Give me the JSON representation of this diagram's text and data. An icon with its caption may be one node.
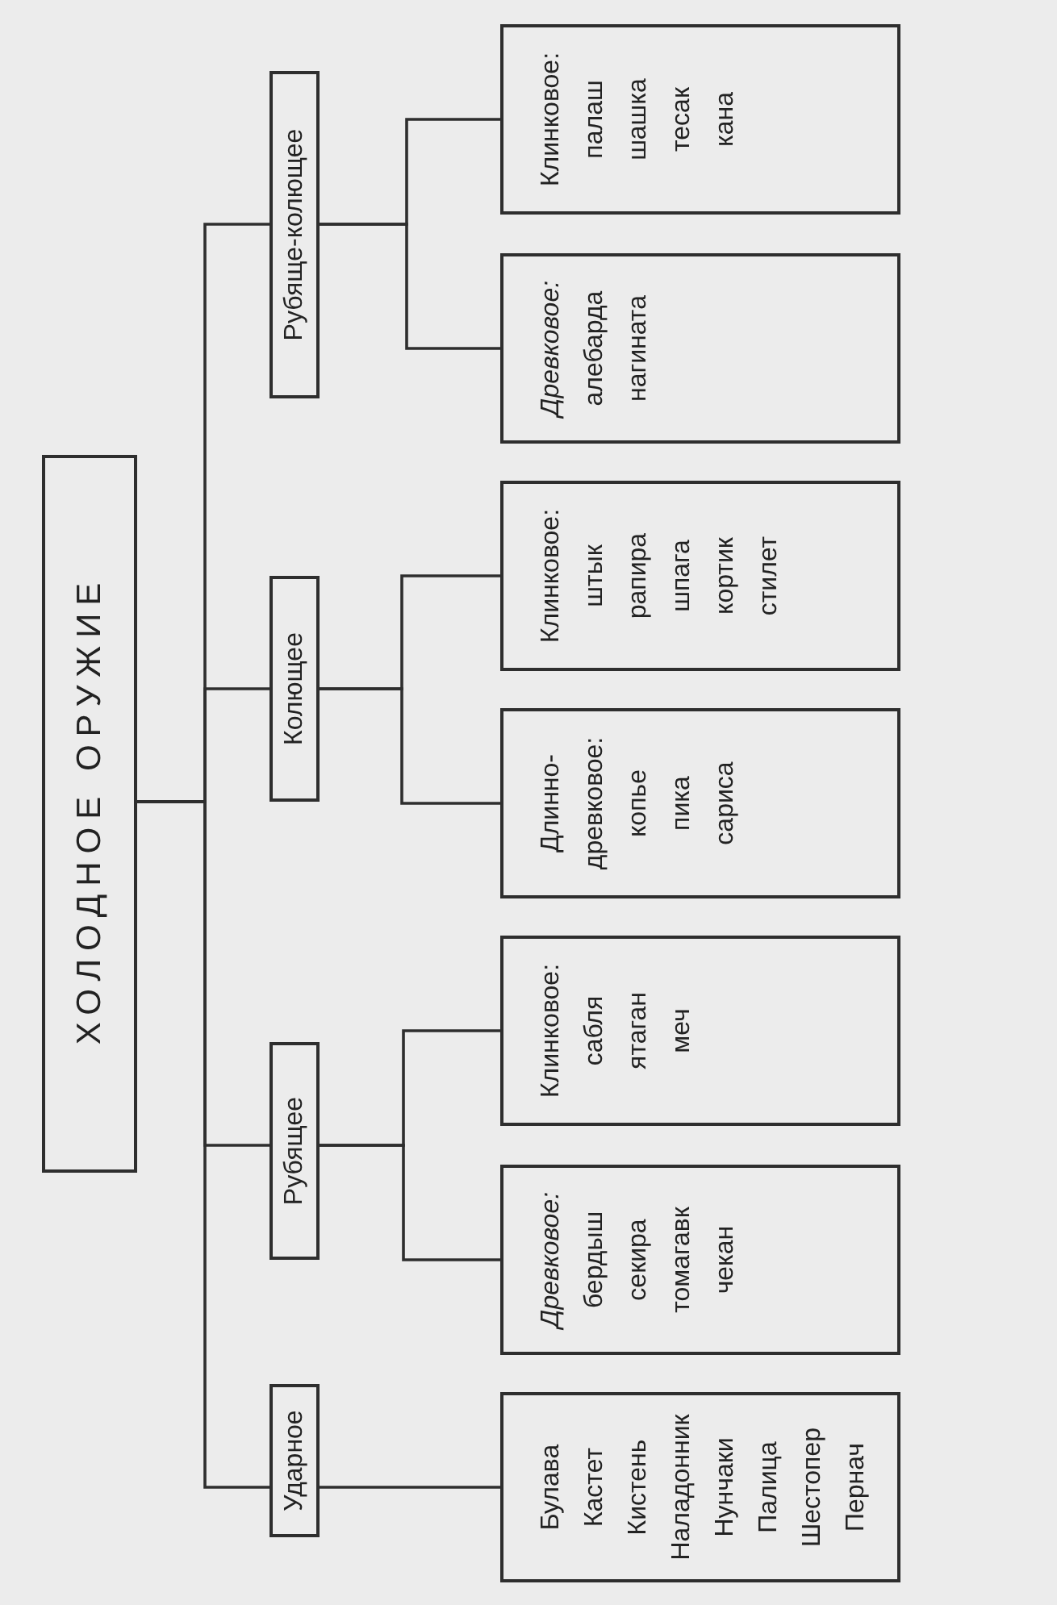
{
  "diagram": {
    "nodes": [
      {
        "text": [
          "ХОЛОДНОЕ ОРУЖИЕ"
        ]
      },
      {
        "text": [
          "Ударное"
        ]
      },
      {
        "text": [
          "Рубящее"
        ]
      },
      {
        "text": [
          "Колющее"
        ]
      },
      {
        "text": [
          "Рубяще-колющее"
        ]
      },
      {
        "text": [
          "Булава",
          "Кастет",
          "Кистень",
          "Наладонник",
          "Нунчаки",
          "Палица",
          "Шестопер",
          "Пернач"
        ]
      },
      {
        "text": [
          "Древковое:",
          "бердыш",
          "секира",
          "томагавк",
          "чекан"
        ]
      },
      {
        "text": [
          "Клинковое:",
          "сабля",
          "ятаган",
          "меч"
        ]
      },
      {
        "text": [
          "Длинно-древковое:",
          "копье",
          "пика",
          "сариса"
        ]
      },
      {
        "text": [
          "Клинковое:",
          "штык",
          "рапира",
          "шпага",
          "кортик",
          "стилет"
        ]
      },
      {
        "text": [
          "Древковое:",
          "алебарда",
          "нагината"
        ]
      },
      {
        "text": [
          "Клинковое:",
          "палаш",
          "шашка",
          "тесак",
          "кана"
        ]
      }
    ],
    "edges": [
      {
        "from": 0,
        "to": 1,
        "arrow": "none"
      },
      {
        "from": 0,
        "to": 2,
        "arrow": "none"
      },
      {
        "from": 0,
        "to": 3,
        "arrow": "none"
      },
      {
        "from": 0,
        "to": 4,
        "arrow": "none"
      },
      {
        "from": 1,
        "to": 5,
        "arrow": "none"
      },
      {
        "from": 2,
        "to": 6,
        "arrow": "none"
      },
      {
        "from": 2,
        "to": 7,
        "arrow": "none"
      },
      {
        "from": 3,
        "to": 8,
        "arrow": "none"
      },
      {
        "from": 3,
        "to": 9,
        "arrow": "none"
      },
      {
        "from": 4,
        "to": 10,
        "arrow": "none"
      },
      {
        "from": 4,
        "to": 11,
        "arrow": "none"
      }
    ]
  }
}
